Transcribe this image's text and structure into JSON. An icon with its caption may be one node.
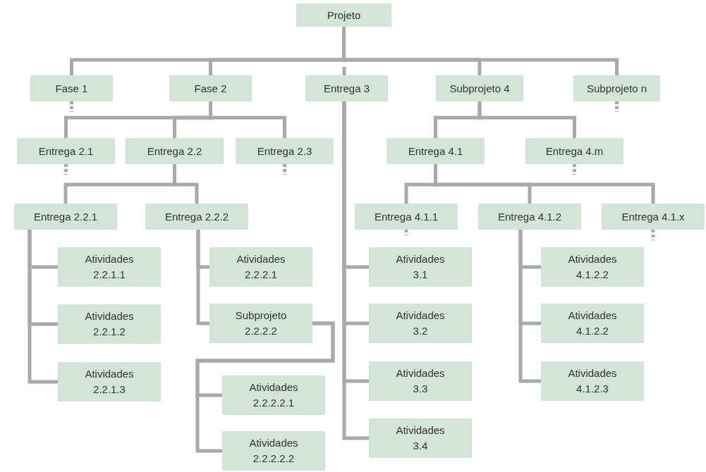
{
  "diagram": {
    "nodes": [
      {
        "text": [
          "Projeto"
        ]
      },
      {
        "text": [
          "Fase 1"
        ]
      },
      {
        "text": [
          "Fase 2"
        ]
      },
      {
        "text": [
          "Entrega 3"
        ]
      },
      {
        "text": [
          "Subprojeto 4"
        ]
      },
      {
        "text": [
          "Subprojeto n"
        ]
      },
      {
        "text": [
          "Entrega 2.1"
        ]
      },
      {
        "text": [
          "Entrega 2.2"
        ]
      },
      {
        "text": [
          "Entrega 2.3"
        ]
      },
      {
        "text": [
          "Entrega 4.1"
        ]
      },
      {
        "text": [
          "Entrega 4.m"
        ]
      },
      {
        "text": [
          "Entrega 2.2.1"
        ]
      },
      {
        "text": [
          "Entrega 2.2.2"
        ]
      },
      {
        "text": [
          "Entrega 4.1.1"
        ]
      },
      {
        "text": [
          "Entrega 4.1.2"
        ]
      },
      {
        "text": [
          "Entrega 4.1.x"
        ]
      },
      {
        "text": [
          "Atividades 2.2.1.1"
        ]
      },
      {
        "text": [
          "Atividades 2.2.1.2"
        ]
      },
      {
        "text": [
          "Atividades 2.2.1.3"
        ]
      },
      {
        "text": [
          "Atividades 2.2.2.1"
        ]
      },
      {
        "text": [
          "Subprojeto 2.2.2.2"
        ]
      },
      {
        "text": [
          "Atividades 2.2.2.2.1"
        ]
      },
      {
        "text": [
          "Atividades 2.2.2.2.2"
        ]
      },
      {
        "text": [
          "Atividades 3.1"
        ]
      },
      {
        "text": [
          "Atividades 3.2"
        ]
      },
      {
        "text": [
          "Atividades 3.3"
        ]
      },
      {
        "text": [
          "Atividades 3.4"
        ]
      },
      {
        "text": [
          "Atividades 4.1.2.2"
        ]
      },
      {
        "text": [
          "Atividades 4.1.2.2"
        ]
      },
      {
        "text": [
          "Atividades 4.1.2.3"
        ]
      }
    ],
    "edges": [
      {
        "from": 0,
        "to": 1,
        "arrow": "none"
      },
      {
        "from": 0,
        "to": 2,
        "arrow": "none"
      },
      {
        "from": 0,
        "to": 4,
        "arrow": "none"
      },
      {
        "from": 0,
        "to": 5,
        "arrow": "none"
      },
      {
        "from": null,
        "to": 3,
        "arrow": "none"
      },
      {
        "from": 1,
        "to": null,
        "arrow": "none",
        "style": "dashed"
      },
      {
        "from": 5,
        "to": null,
        "arrow": "none",
        "style": "dashed"
      },
      {
        "from": 2,
        "to": 6,
        "arrow": "none"
      },
      {
        "from": 2,
        "to": 7,
        "arrow": "none"
      },
      {
        "from": 2,
        "to": 8,
        "arrow": "none"
      },
      {
        "from": 4,
        "to": 9,
        "arrow": "none"
      },
      {
        "from": 4,
        "to": 10,
        "arrow": "none"
      },
      {
        "from": 6,
        "to": null,
        "arrow": "none",
        "style": "dashed"
      },
      {
        "from": 8,
        "to": null,
        "arrow": "none",
        "style": "dashed"
      },
      {
        "from": 10,
        "to": null,
        "arrow": "none",
        "style": "dashed"
      },
      {
        "from": 7,
        "to": 11,
        "arrow": "none"
      },
      {
        "from": 7,
        "to": 12,
        "arrow": "none"
      },
      {
        "from": 9,
        "to": 13,
        "arrow": "none"
      },
      {
        "from": 9,
        "to": 14,
        "arrow": "none"
      },
      {
        "from": 9,
        "to": 15,
        "arrow": "none"
      },
      {
        "from": 13,
        "to": null,
        "arrow": "none",
        "style": "dashed"
      },
      {
        "from": 15,
        "to": null,
        "arrow": "none",
        "style": "dashed"
      },
      {
        "from": 11,
        "to": 16,
        "arrow": "none"
      },
      {
        "from": 11,
        "to": 17,
        "arrow": "none"
      },
      {
        "from": 11,
        "to": 18,
        "arrow": "none"
      },
      {
        "from": 12,
        "to": 19,
        "arrow": "none"
      },
      {
        "from": 12,
        "to": 20,
        "arrow": "none"
      },
      {
        "from": 20,
        "to": 21,
        "arrow": "none"
      },
      {
        "from": 20,
        "to": 22,
        "arrow": "none"
      },
      {
        "from": 3,
        "to": 23,
        "arrow": "none"
      },
      {
        "from": 3,
        "to": 24,
        "arrow": "none"
      },
      {
        "from": 3,
        "to": 25,
        "arrow": "none"
      },
      {
        "from": 3,
        "to": 26,
        "arrow": "none"
      },
      {
        "from": 14,
        "to": 27,
        "arrow": "none"
      },
      {
        "from": 14,
        "to": 28,
        "arrow": "none"
      },
      {
        "from": 14,
        "to": 29,
        "arrow": "none"
      }
    ]
  }
}
